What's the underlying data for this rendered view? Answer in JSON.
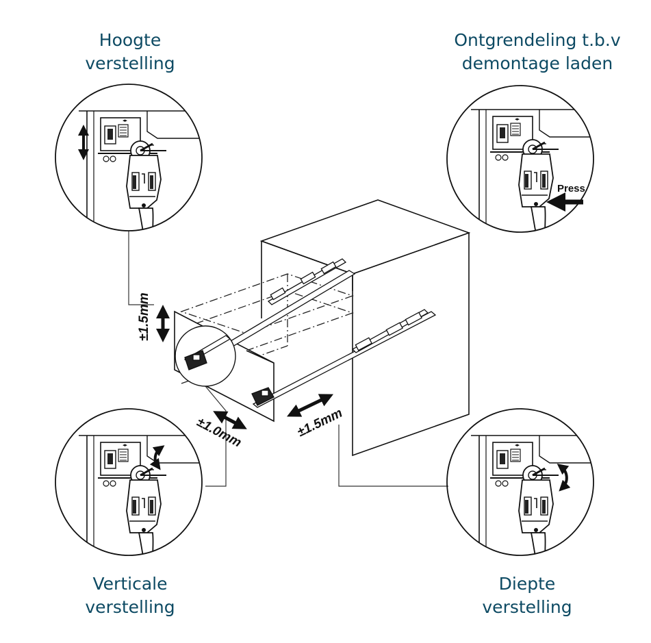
{
  "labels": {
    "top_left": [
      "Hoogte",
      "verstelling"
    ],
    "top_right": [
      "Ontgrendeling t.b.v",
      "demontage laden"
    ],
    "bottom_left": [
      "Verticale",
      "verstelling"
    ],
    "bottom_right": [
      "Diepte",
      "verstelling"
    ]
  },
  "dimensions": {
    "height": "±1.5mm",
    "lateral": "±1.0mm",
    "depth": "±1.5mm"
  },
  "press_label": "Press",
  "colors": {
    "label": "#0d4a63",
    "line": "#111111"
  }
}
